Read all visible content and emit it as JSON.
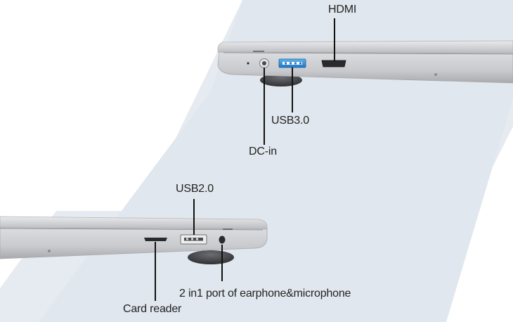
{
  "labels": {
    "hdmi": "HDMI",
    "usb3": "USB3.0",
    "dc_in": "DC-in",
    "usb2": "USB2.0",
    "combo_audio": "2 in1 port of earphone&microphone",
    "card_reader": "Card reader"
  },
  "colors": {
    "background": "#ffffff",
    "diagonal_band": "#e6ebf1",
    "laptop_body": "#c7c8cb",
    "usb3_accent": "#2f8fd6",
    "callout_line": "#111111"
  },
  "icons": {
    "usb3_port": "usb-port-blue",
    "usb2_port": "usb-port-silver",
    "hdmi_port": "hdmi-port",
    "dc_port": "dc-jack",
    "audio_port": "audio-jack",
    "card_slot": "sd-card-slot"
  }
}
